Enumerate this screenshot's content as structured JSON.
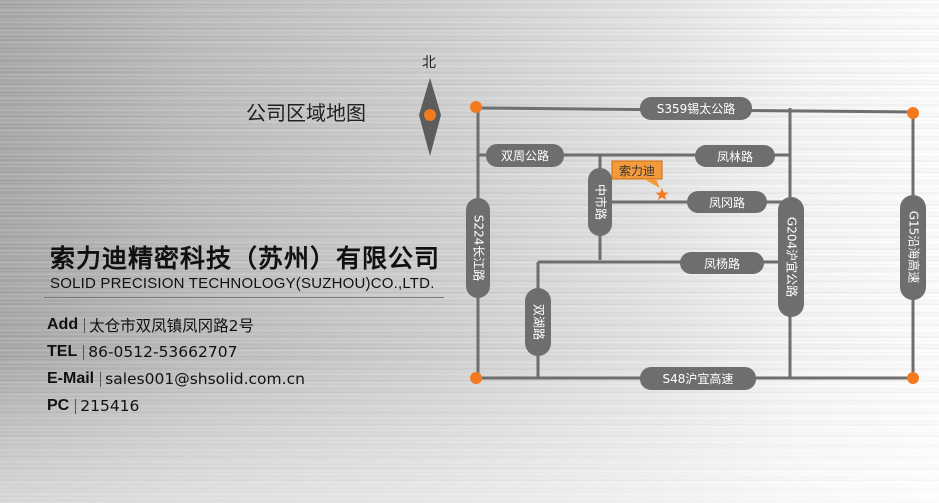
{
  "map": {
    "title": "公司区域地图",
    "north": "北",
    "company_marker": "索力迪",
    "roads": {
      "s359": "S359锡太公路",
      "shuangzhou": "双周公路",
      "fenglin": "凤林路",
      "zhongshi": "中市路",
      "fenggang": "凤冈路",
      "s224": "S224长江路",
      "g204": "G204沪宜公路",
      "g15": "G15沿海高速",
      "fengyang": "凤杨路",
      "shuanghu": "双湖路",
      "s48": "S48沪宜高速"
    },
    "colors": {
      "road": "#6e6e6e",
      "node": "#f47a20",
      "marker_bg": "#f39a3c"
    }
  },
  "company": {
    "name_cn": "索力迪精密科技（苏州）有限公司",
    "name_en": "SOLID PRECISION TECHNOLOGY(SUZHOU)CO.,LTD."
  },
  "contact": {
    "add_label": "Add",
    "add_value": "太仓市双凤镇凤冈路2号",
    "tel_label": "TEL",
    "tel_value": "86-0512-53662707",
    "email_label": "E-Mail",
    "email_value": "sales001@shsolid.com.cn",
    "pc_label": "PC",
    "pc_value": "215416"
  }
}
